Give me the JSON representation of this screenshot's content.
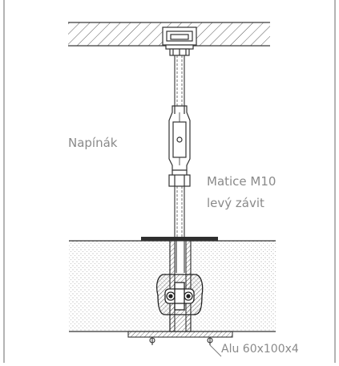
{
  "diagram": {
    "labels": {
      "turnbuckle": "Napínák",
      "nut_line1": "Matice M10",
      "nut_line2": "levý závit",
      "profile": "Alu 60x100x4"
    },
    "colors": {
      "line": "#4a4a4a",
      "hatch": "#6a6a6a",
      "text": "#8a8a8a",
      "dots": "#9a9a9a"
    }
  }
}
